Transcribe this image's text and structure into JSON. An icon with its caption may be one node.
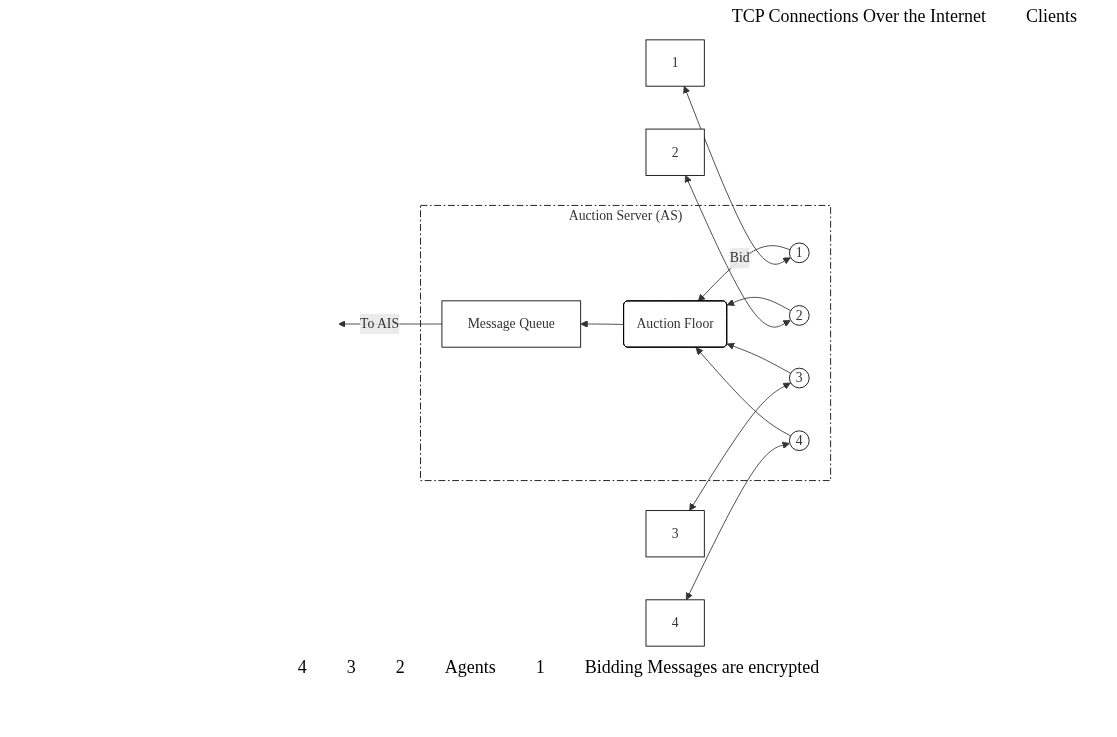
{
  "diagram": {
    "nodes": [
      {
        "text": [
          "Auction Server (AS)"
        ]
      },
      {
        "text": [
          "Message Queue"
        ],
        "in": 0
      },
      {
        "text": [
          "Auction Floor"
        ],
        "in": 0
      },
      {
        "text": [
          "1"
        ],
        "in": 0
      },
      {
        "text": [
          "2"
        ],
        "in": 0
      },
      {
        "text": [
          "3"
        ],
        "in": 0
      },
      {
        "text": [
          "4"
        ],
        "in": 0
      },
      {
        "text": [
          "1"
        ]
      },
      {
        "text": [
          "2"
        ]
      },
      {
        "text": [
          "3"
        ]
      },
      {
        "text": [
          "4"
        ]
      }
    ],
    "edges": [
      {
        "from": 3,
        "to": 2,
        "arrow": "to",
        "label": "Bid"
      },
      {
        "from": 4,
        "to": 2,
        "arrow": "to"
      },
      {
        "from": 5,
        "to": 2,
        "arrow": "to"
      },
      {
        "from": 6,
        "to": 2,
        "arrow": "to"
      },
      {
        "from": 2,
        "to": 1,
        "arrow": "to"
      },
      {
        "from": 1,
        "to": null,
        "arrow": "to",
        "label": "To AIS"
      },
      {
        "from": 3,
        "to": 7,
        "arrow": "both"
      },
      {
        "from": 4,
        "to": 8,
        "arrow": "both"
      },
      {
        "from": 5,
        "to": 9,
        "arrow": "both"
      },
      {
        "from": 6,
        "to": 10,
        "arrow": "both"
      }
    ],
    "labels": [
      "TCP Connections Over the Internet",
      "Clients",
      "4",
      "3",
      "2",
      "Agents",
      "1",
      "Bidding Messages are encrypted"
    ]
  }
}
